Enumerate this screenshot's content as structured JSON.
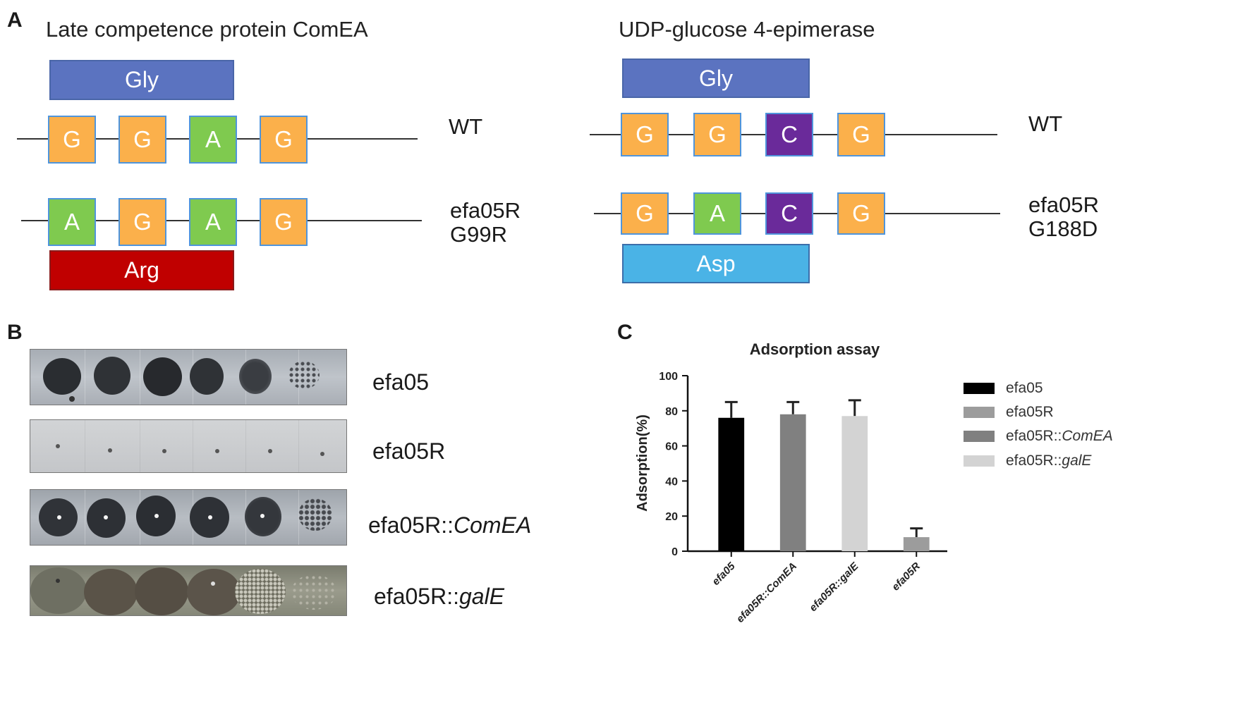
{
  "panel_a": {
    "letter": "A",
    "left": {
      "title": "Late competence protein ComEA",
      "wt_domain": "Gly",
      "wt_codons": [
        "G",
        "G",
        "A",
        "G"
      ],
      "wt_label": "WT",
      "mut_codons": [
        "A",
        "G",
        "A",
        "G"
      ],
      "mut_domain": "Arg",
      "mut_label_1": "efa05R",
      "mut_label_2": "G99R"
    },
    "right": {
      "title": "UDP-glucose 4-epimerase",
      "wt_domain": "Gly",
      "wt_codons": [
        "G",
        "G",
        "C",
        "G"
      ],
      "wt_label": "WT",
      "mut_codons": [
        "G",
        "A",
        "C",
        "G"
      ],
      "mut_domain": "Asp",
      "mut_label_1": "efa05R",
      "mut_label_2": "G188D"
    }
  },
  "panel_b": {
    "letter": "B",
    "strains": [
      "efa05",
      "efa05R",
      "efa05R::",
      "efa05R::"
    ],
    "strains_italic": [
      "",
      "",
      "ComEA",
      "galE"
    ]
  },
  "panel_c": {
    "letter": "C",
    "legend": [
      {
        "text": "efa05",
        "italic": ""
      },
      {
        "text": "efa05R",
        "italic": ""
      },
      {
        "text": "efa05R::",
        "italic": "ComEA"
      },
      {
        "text": "efa05R::",
        "italic": "galE"
      }
    ]
  },
  "colors": {
    "G": "#fbb04b",
    "A": "#7fca4f",
    "C": "#6a2a9a",
    "gly": "#5b73c0",
    "arg": "#c00000",
    "asp": "#4ab3e6"
  },
  "chart_data": {
    "type": "bar",
    "title": "Adsorption assay",
    "xlabel": "",
    "ylabel": "Adsorption(%)",
    "ylim": [
      0,
      100
    ],
    "yticks": [
      0,
      20,
      40,
      60,
      80,
      100
    ],
    "categories": [
      "efa05",
      "efa05R::ComEA",
      "efa05R::galE",
      "efa05R"
    ],
    "values": [
      76,
      78,
      77,
      8
    ],
    "errors": [
      9,
      7,
      9,
      5
    ],
    "bar_colors": [
      "#000000",
      "#808080",
      "#d3d3d3",
      "#9c9c9c"
    ],
    "legend": "right"
  }
}
